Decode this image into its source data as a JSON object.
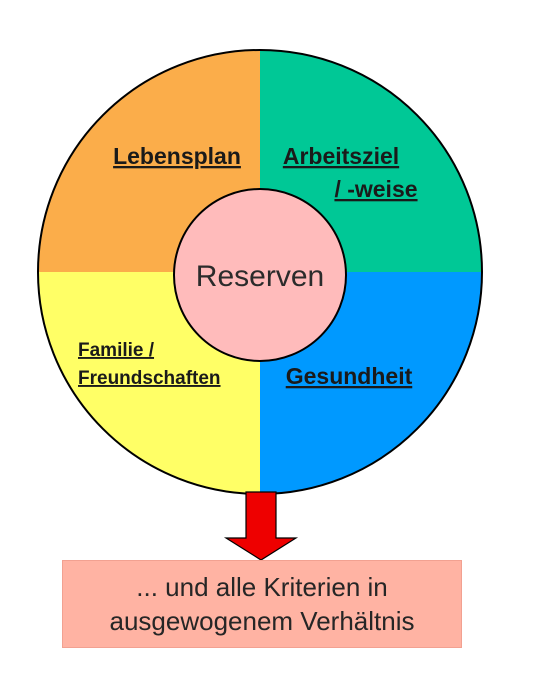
{
  "diagram": {
    "quadrants": [
      {
        "label": "Lebensplan",
        "color": "#fbad4a"
      },
      {
        "label_line1": "Arbeitsziel",
        "label_line2": "/ -weise",
        "color": "#00c896"
      },
      {
        "label_line1": "Familie /",
        "label_line2": "Freundschaften",
        "color": "#ffff66"
      },
      {
        "label": "Gesundheit",
        "color": "#0099ff"
      }
    ],
    "center": {
      "label": "Reserven",
      "color": "#ffbbbb"
    },
    "arrow_color": "#ee0000",
    "outline_color": "#000000"
  },
  "result": {
    "line1": "... und alle Kriterien in",
    "line2": "ausgewogenem Verhältnis",
    "color": "#ffb3a3"
  }
}
